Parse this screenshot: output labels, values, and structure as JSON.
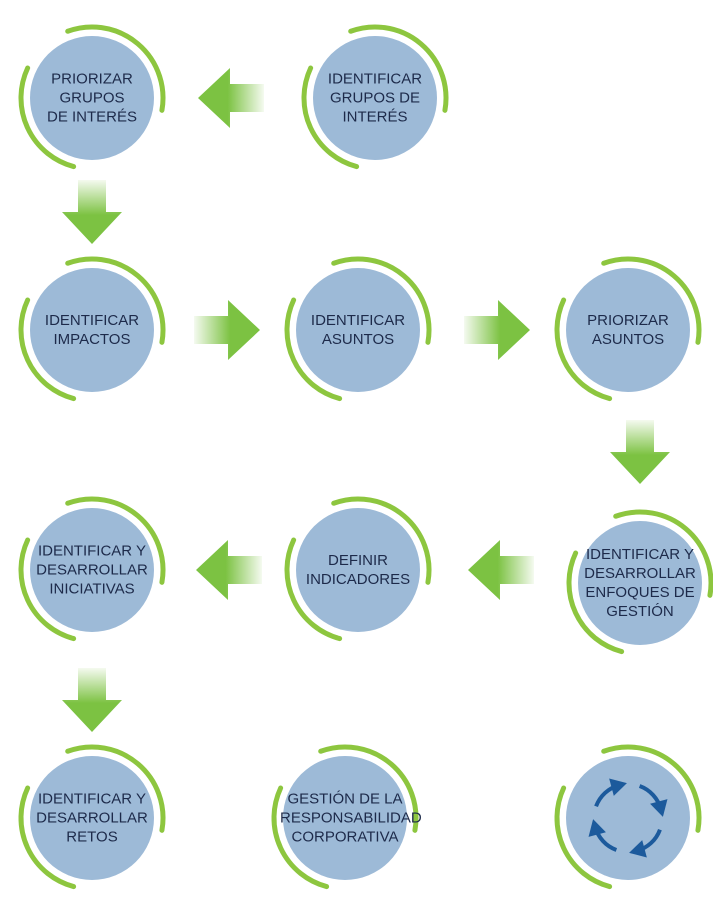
{
  "colors": {
    "circle_fill": "#9dbad7",
    "ring": "#8dc63f",
    "arrow_green": "#7cc242",
    "cycle_arrows": "#1c5a9c",
    "text": "#1d2a4a"
  },
  "nodes": [
    {
      "id": "priorizar-grupos",
      "label": "PRIORIZAR\nGRUPOS\nDE INTERÉS"
    },
    {
      "id": "identificar-grupos",
      "label": "IDENTIFICAR\nGRUPOS DE\nINTERÉS"
    },
    {
      "id": "identificar-impactos",
      "label": "IDENTIFICAR\nIMPACTOS"
    },
    {
      "id": "identificar-asuntos",
      "label": "IDENTIFICAR\nASUNTOS"
    },
    {
      "id": "priorizar-asuntos",
      "label": "PRIORIZAR\nASUNTOS"
    },
    {
      "id": "desarrollar-iniciativas",
      "label": "IDENTIFICAR  Y\nDESARROLLAR\nINICIATIVAS"
    },
    {
      "id": "definir-indicadores",
      "label": "DEFINIR\nINDICADORES"
    },
    {
      "id": "enfoques-gestion",
      "label": "IDENTIFICAR Y\nDESARROLLAR\nENFOQUES DE\nGESTIÓN"
    },
    {
      "id": "desarrollar-retos",
      "label": "IDENTIFICAR  Y\nDESARROLLAR\nRETOS"
    },
    {
      "id": "gestion-rc",
      "label": "GESTIÓN DE LA\nRESPONSABILIDAD\nCORPORATIVA"
    },
    {
      "id": "cycle",
      "label": "",
      "icon": "cycle-arrows-icon"
    }
  ],
  "arrows": [
    {
      "from": "identificar-grupos",
      "to": "priorizar-grupos",
      "direction": "left"
    },
    {
      "from": "priorizar-grupos",
      "to": "identificar-impactos",
      "direction": "down"
    },
    {
      "from": "identificar-impactos",
      "to": "identificar-asuntos",
      "direction": "right"
    },
    {
      "from": "identificar-asuntos",
      "to": "priorizar-asuntos",
      "direction": "right"
    },
    {
      "from": "priorizar-asuntos",
      "to": "enfoques-gestion",
      "direction": "down"
    },
    {
      "from": "enfoques-gestion",
      "to": "definir-indicadores",
      "direction": "left"
    },
    {
      "from": "definir-indicadores",
      "to": "desarrollar-iniciativas",
      "direction": "left"
    },
    {
      "from": "desarrollar-iniciativas",
      "to": "desarrollar-retos",
      "direction": "down"
    }
  ]
}
